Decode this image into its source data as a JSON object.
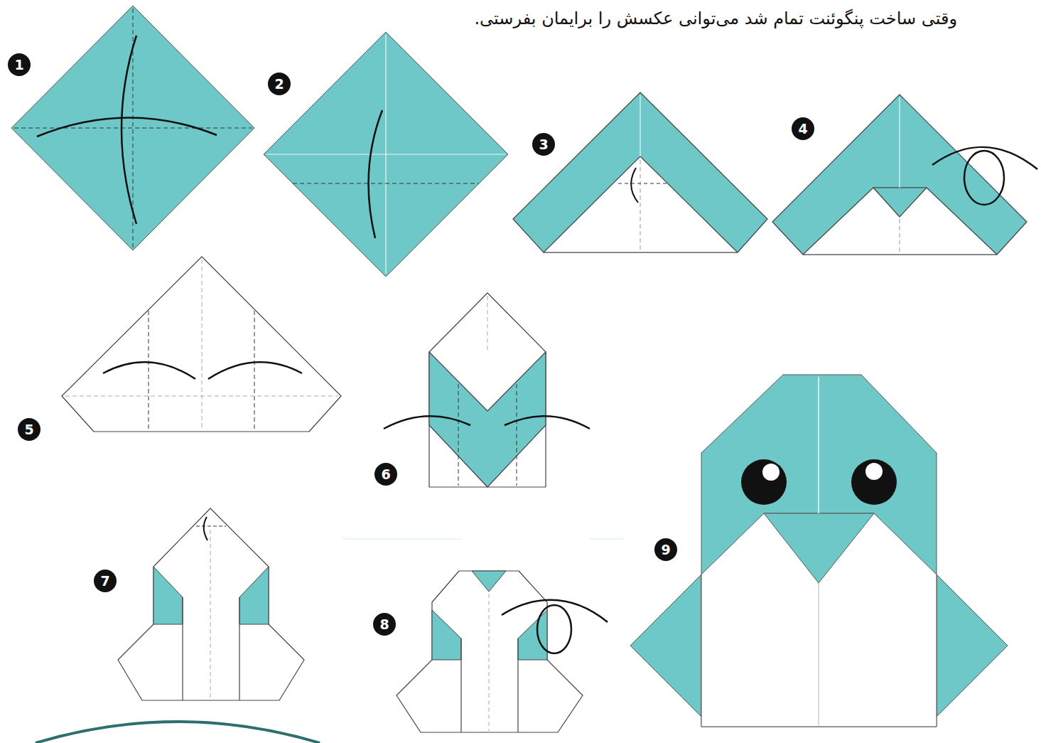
{
  "diagram": {
    "title": "وقتی ساخت پنگوئنت تمام شد می‌توانی عکسش را برایمان بفرستی.",
    "labels": [
      "1",
      "2",
      "3",
      "4",
      "5",
      "6",
      "7",
      "8",
      "9"
    ]
  }
}
